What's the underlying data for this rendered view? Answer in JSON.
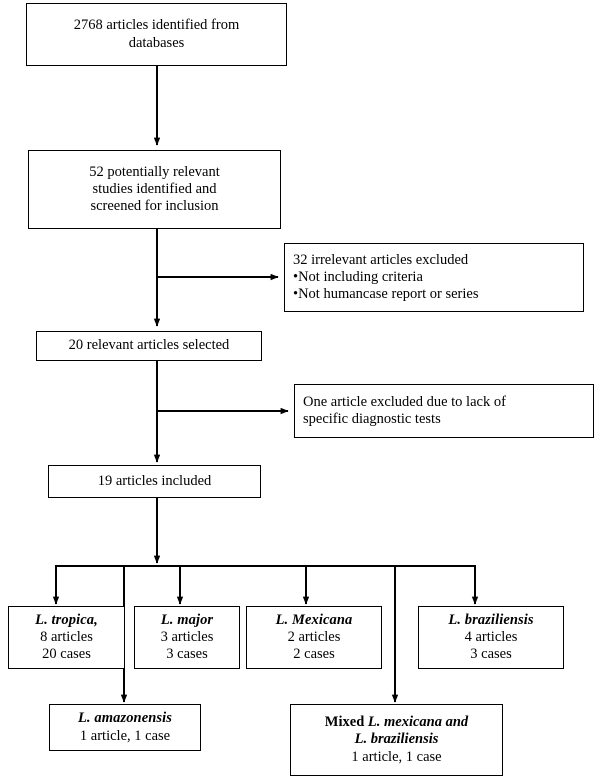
{
  "diagram": {
    "type": "prisma-flowchart",
    "title": "Article selection flow diagram",
    "stroke_color": "#000000",
    "background_color": "#ffffff"
  },
  "nodes": {
    "identified": {
      "lines": [
        "2768 articles identified from",
        "databases"
      ]
    },
    "screened": {
      "lines": [
        "52 potentially relevant",
        "studies identified and",
        "screened for inclusion"
      ]
    },
    "excluded_irrelevant": {
      "lines": [
        "32 irrelevant articles excluded",
        "•Not including criteria",
        "•Not humancase report or series"
      ]
    },
    "selected": {
      "lines": [
        "20 relevant articles selected"
      ]
    },
    "excluded_one": {
      "lines": [
        "One article excluded due to lack of",
        "specific diagnostic tests"
      ]
    },
    "included": {
      "lines": [
        "19 articles included"
      ]
    },
    "tropica": {
      "species": "L. tropica,",
      "articles": "8 articles",
      "cases": "20 cases"
    },
    "major": {
      "species": "L. major",
      "articles": "3 articles",
      "cases": "3 cases"
    },
    "mexicana": {
      "species": "L. Mexicana",
      "articles": "2 articles",
      "cases": "2 cases"
    },
    "braziliensis": {
      "species": "L. braziliensis",
      "articles": "4 articles",
      "cases": "3 cases"
    },
    "amazonensis": {
      "species": "L. amazonensis",
      "counts": "1 article, 1 case"
    },
    "mixed": {
      "prefix": "Mixed ",
      "species_line1": "L. mexicana and",
      "species_line2": "L. braziliensis",
      "counts": "1 article, 1 case"
    }
  }
}
